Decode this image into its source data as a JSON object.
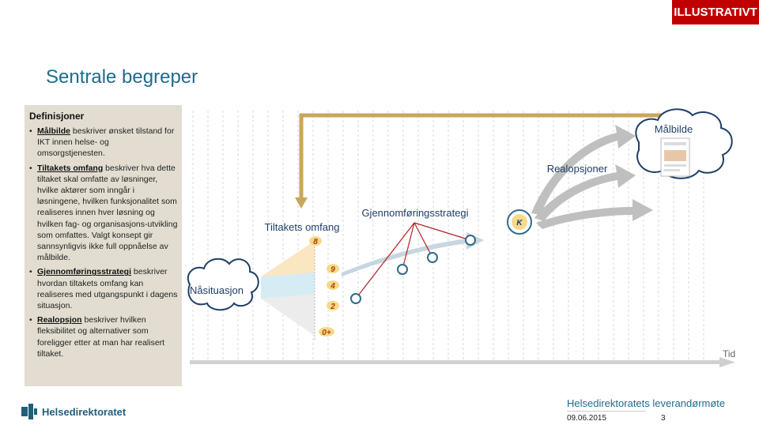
{
  "badge": "ILLUSTRATIVT",
  "title": "Sentrale begreper",
  "definitions": {
    "heading": "Definisjoner",
    "items": [
      {
        "term": "Målbilde",
        "text": " beskriver ønsket tilstand for IKT innen helse- og omsorgstjenesten."
      },
      {
        "term": "Tiltakets omfang",
        "text": " beskriver hva dette tiltaket skal omfatte av løsninger, hvilke aktører som inngår i løsningene, hvilken funksjonalitet som realiseres innen hver løsning og hvilken fag- og organisasjons-utvikling som omfattes. Valgt konsept gir sannsynligvis ikke full oppnåelse av målbilde."
      },
      {
        "term": "Gjennomføringsstrategi",
        "text": " beskriver hvordan tiltakets omfang kan realiseres med utgangspunkt i dagens situasjon."
      },
      {
        "term": "Realopsjon",
        "text": " beskriver hvilken fleksibilitet og alternativer som foreligger etter at man har realisert tiltaket."
      }
    ]
  },
  "diagram": {
    "nasituasjon": "Nåsituasjon",
    "tiltakets_omfang": "Tiltakets omfang",
    "gjennomforingsstrategi": "Gjennomføringsstrategi",
    "realopsjoner": "Realopsjoner",
    "malbilde": "Målbilde",
    "tid": "Tid",
    "k_label": "K",
    "scope_labels": [
      "8",
      "9",
      "4",
      "2",
      "0+"
    ],
    "colors": {
      "arrow_gold": "#c9a65a",
      "arrow_blue": "#5d8fa8",
      "cloud_stroke": "#1f3f66",
      "red_line": "#b22222",
      "timeline": "#d0d0d0"
    }
  },
  "footer": {
    "org": "Helsedirektoratet",
    "title": "Helsedirektoratets leverandørmøte",
    "date": "09.06.2015",
    "page": "3"
  }
}
